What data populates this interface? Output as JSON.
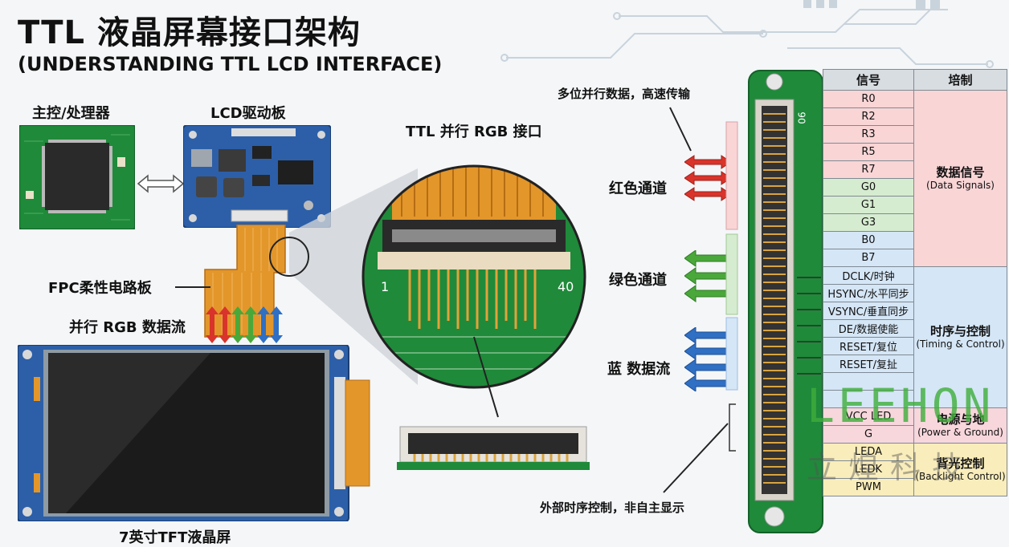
{
  "title": "TTL 液晶屏幕接口架构",
  "subtitle": "(UNDERSTANDING TTL LCD INTERFACE)",
  "labels": {
    "mcu": "主控/处理器",
    "driver_board": "LCD驱动板",
    "ttl_interface": "TTL 并行 RGB 接口",
    "fpc": "FPC柔性电路板",
    "rgb_flow": "并行 RGB 数据流",
    "lcd_panel": "7英寸TFT液晶屏",
    "pin_1": "1",
    "pin_40": "40",
    "parallel_data": "多位并行数据，高速传输",
    "red_channel": "红色通道",
    "green_channel": "绿色通道",
    "blue_flow": "蓝 数据流",
    "external_timing": "外部时序控制，非自主显示",
    "connector_pin_90": "90"
  },
  "table": {
    "header_signal": "信号",
    "header_group": "培制",
    "data_signals": [
      "R0",
      "R2",
      "R3",
      "R5",
      "R7",
      "G0",
      "G1",
      "G3",
      "B0",
      "B7"
    ],
    "timing_signals": [
      "DCLK/时钟",
      "HSYNC/水平同步",
      "VSYNC/垂直同步",
      "DE/数据使能",
      "RESET/复位",
      "RESET/复扯"
    ],
    "power_signals": [
      "VCC LED",
      "G"
    ],
    "backlight_signals": [
      "LEDA",
      "LEDK",
      "PWM"
    ],
    "groups": {
      "data": {
        "zh": "数据信号",
        "en": "(Data Signals)"
      },
      "timing": {
        "zh": "时序与控制",
        "en": "(Timing & Control)"
      },
      "power": {
        "zh": "电源与地",
        "en": "(Power & Ground)"
      },
      "backlight": {
        "zh": "背光控制",
        "en": "(Backlight Control)"
      }
    }
  },
  "watermark": {
    "latin": "LEEHON",
    "chinese": "立煌科技"
  },
  "colors": {
    "pcb_green": "#1f8a3a",
    "pcb_blue": "#2c5fa8",
    "fpc_orange": "#e3962a",
    "red": "#d9342b",
    "green": "#4aa83a",
    "blue": "#2f6fc4"
  }
}
